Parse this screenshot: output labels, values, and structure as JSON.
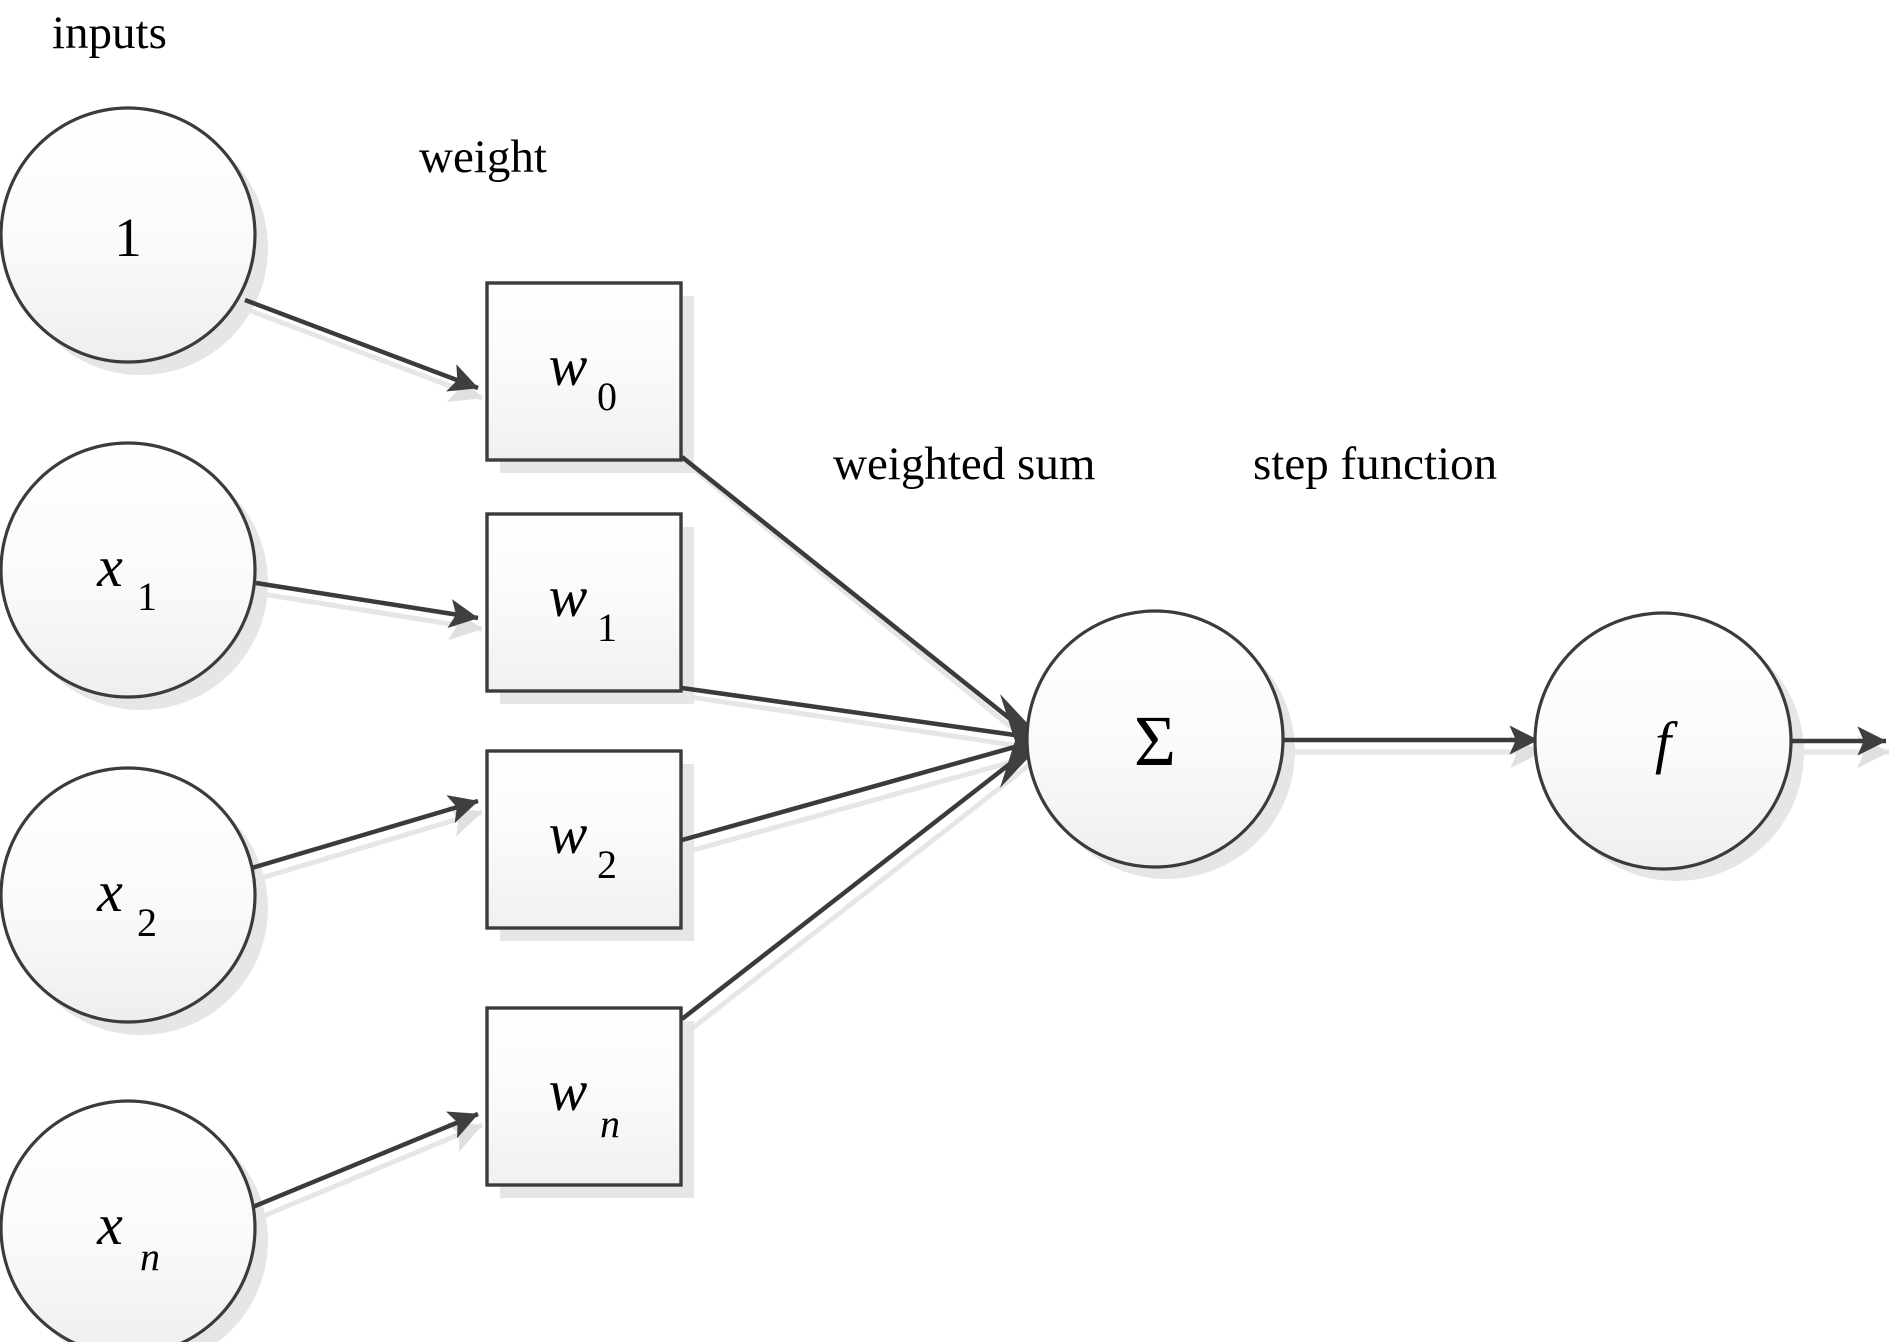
{
  "diagram": {
    "title": "perceptron-model",
    "background_color": "#ffffff",
    "stroke_color": "#3b3b3b",
    "shadow_color": "#e3e3e3",
    "fill_gradient": [
      "#ffffff",
      "#eeeeee"
    ],
    "labels": {
      "inputs": "inputs",
      "weight": "weight",
      "weighted_sum": "weighted sum",
      "step_function": "step function"
    },
    "input_nodes": [
      {
        "name": "bias-input",
        "base": "1",
        "sub": ""
      },
      {
        "name": "input-x1",
        "base": "x",
        "sub": "1"
      },
      {
        "name": "input-x2",
        "base": "x",
        "sub": "2"
      },
      {
        "name": "input-xn",
        "base": "x",
        "sub": "n"
      }
    ],
    "weight_boxes": [
      {
        "name": "weight-w0",
        "base": "w",
        "sub": "0"
      },
      {
        "name": "weight-w1",
        "base": "w",
        "sub": "1"
      },
      {
        "name": "weight-w2",
        "base": "w",
        "sub": "2"
      },
      {
        "name": "weight-wn",
        "base": "w",
        "sub": "n"
      }
    ],
    "sum_node": {
      "name": "weighted-sum-node",
      "symbol": "Σ"
    },
    "activation_node": {
      "name": "step-function-node",
      "symbol": "f"
    }
  }
}
